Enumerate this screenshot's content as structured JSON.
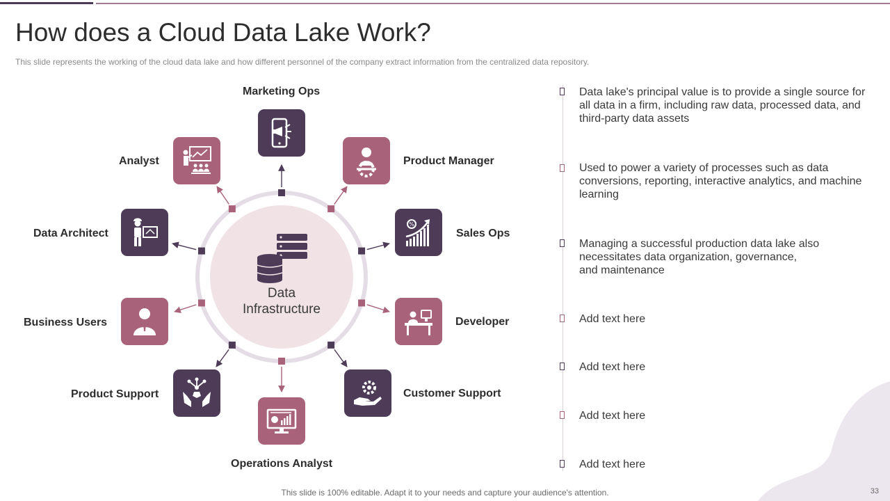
{
  "title": "How does a Cloud Data Lake Work?",
  "subtitle": "This slide represents the working of the cloud data lake and how different personnel of the company extract information from the centralized data repository.",
  "hub": {
    "label_line1": "Data",
    "label_line2": "Infrastructure",
    "icon": "database-server-icon"
  },
  "nodes": [
    {
      "label": "Marketing Ops",
      "icon": "mobile-megaphone-icon",
      "color": "#4d3b58"
    },
    {
      "label": "Product Manager",
      "icon": "manager-gear-icon",
      "color": "#a8637a"
    },
    {
      "label": "Sales Ops",
      "icon": "growth-chart-icon",
      "color": "#4d3b58"
    },
    {
      "label": "Developer",
      "icon": "developer-desk-icon",
      "color": "#a8637a"
    },
    {
      "label": "Customer Support",
      "icon": "hand-gear-icon",
      "color": "#4d3b58"
    },
    {
      "label": "Operations Analyst",
      "icon": "monitor-chart-icon",
      "color": "#a8637a"
    },
    {
      "label": "Product Support",
      "icon": "hands-network-icon",
      "color": "#4d3b58"
    },
    {
      "label": "Business Users",
      "icon": "businessman-icon",
      "color": "#a8637a"
    },
    {
      "label": "Data Architect",
      "icon": "engineer-blueprint-icon",
      "color": "#4d3b58"
    },
    {
      "label": "Analyst",
      "icon": "presenter-board-icon",
      "color": "#a8637a"
    }
  ],
  "timeline": [
    {
      "text": "Data lake's principal value  is to provide a single source for all data in a firm, including raw data, processed data, and third-party  data assets"
    },
    {
      "text": "Used to power a variety of processes such as data conversions,  reporting,  interactive analytics,  and machine learning"
    },
    {
      "text": "Managing a successful production data lake also necessitates data organization, governance,\nand maintenance"
    },
    {
      "text": "Add text here"
    },
    {
      "text": "Add text here"
    },
    {
      "text": "Add text here"
    },
    {
      "text": "Add text here"
    }
  ],
  "footer": "This slide is 100% editable. Adapt it to your needs and capture your audience's attention.",
  "page_number": "33",
  "colors": {
    "dark": "#4d3b58",
    "rose": "#a8637a",
    "hub_fill": "#f1e2e6",
    "ring": "#e4dde6"
  }
}
